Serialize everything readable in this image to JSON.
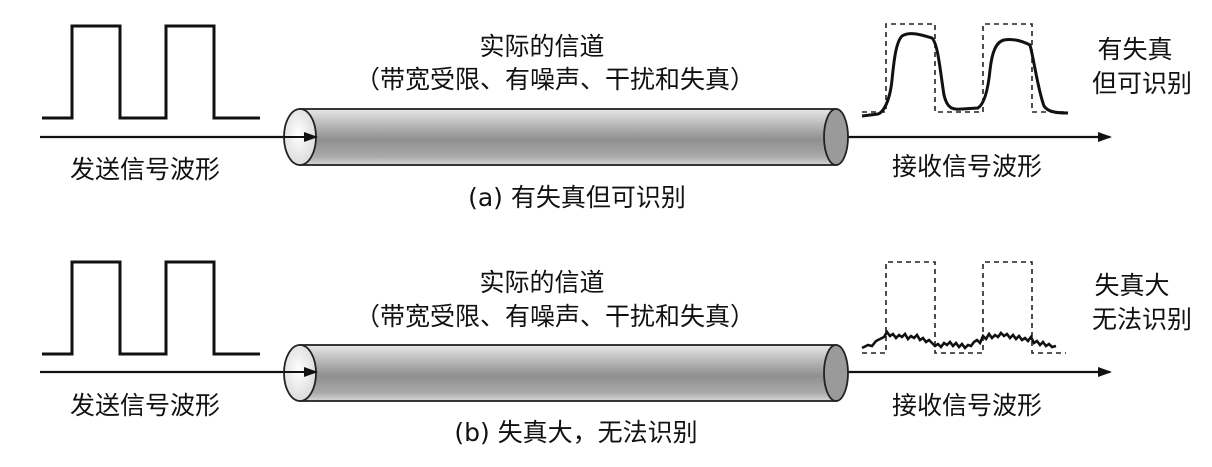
{
  "panel_a": {
    "channel_title": "实际的信道",
    "channel_desc": "（带宽受限、有噪声、干扰和失真）",
    "send_label": "发送信号波形",
    "recv_label": "接收信号波形",
    "status_line1": "有失真",
    "status_line2": "但可识别",
    "caption": "(a) 有失真但可识别"
  },
  "panel_b": {
    "channel_title": "实际的信道",
    "channel_desc": "（带宽受限、有噪声、干扰和失真）",
    "send_label": "发送信号波形",
    "recv_label": "接收信号波形",
    "status_line1": "失真大",
    "status_line2": "无法识别",
    "caption": "(b) 失真大，无法识别"
  }
}
